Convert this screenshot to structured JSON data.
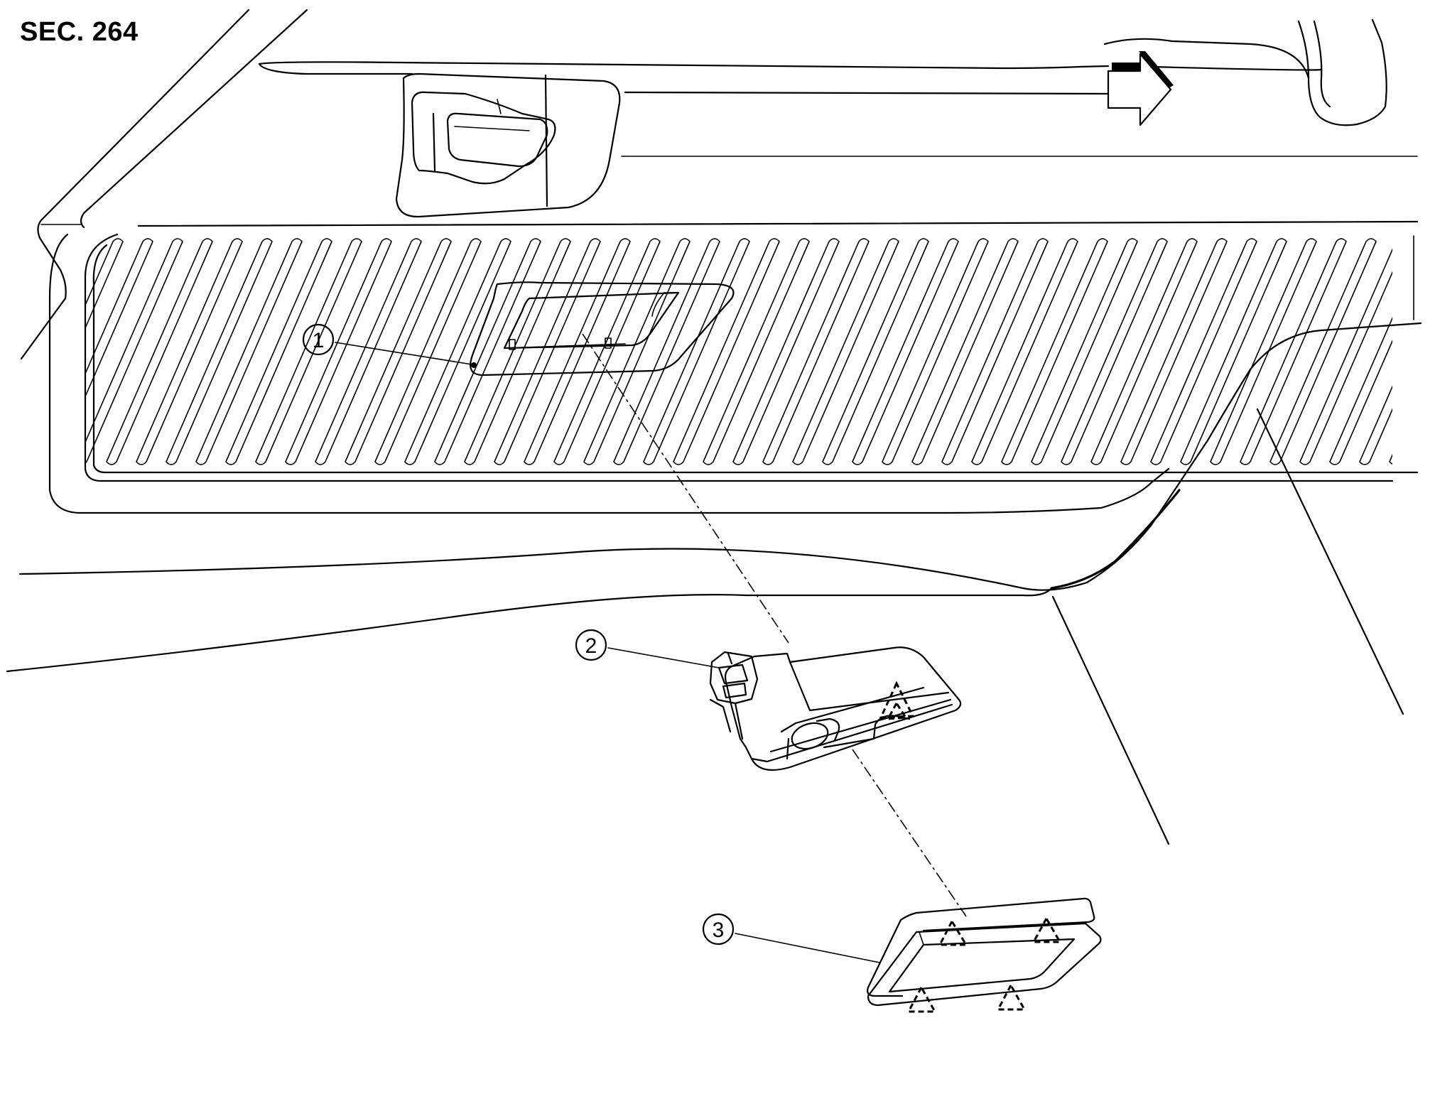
{
  "section": {
    "label": "SEC. 264"
  },
  "callouts": [
    {
      "id": "callout-1",
      "label": "1"
    },
    {
      "id": "callout-2",
      "label": "2"
    },
    {
      "id": "callout-3",
      "label": "3"
    }
  ]
}
